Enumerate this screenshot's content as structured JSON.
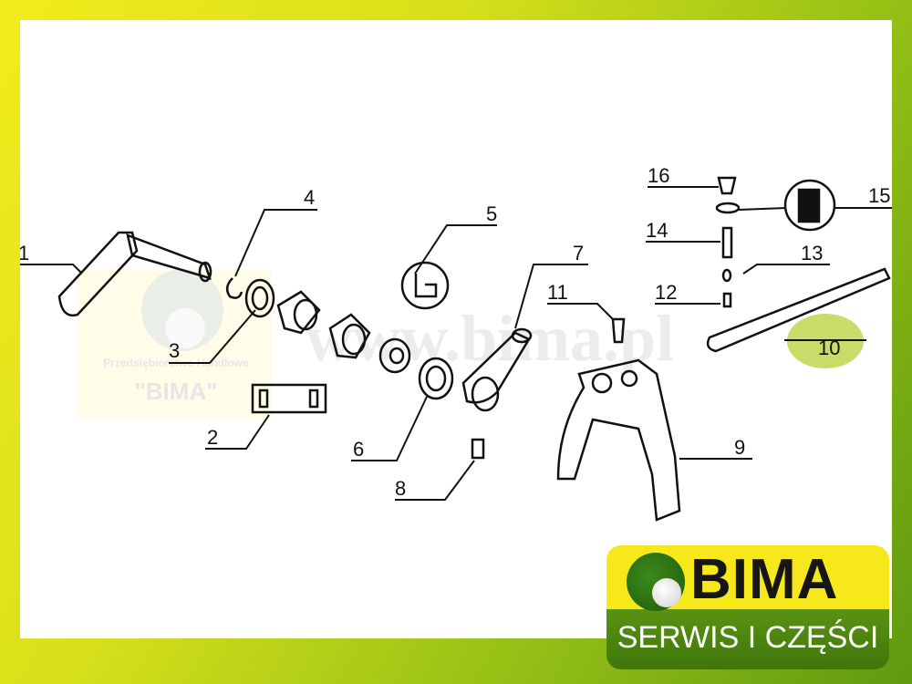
{
  "diagram": {
    "part_labels": [
      "1",
      "2",
      "3",
      "4",
      "5",
      "6",
      "7",
      "8",
      "9",
      "10",
      "11",
      "12",
      "13",
      "14",
      "15",
      "16"
    ]
  },
  "watermark": {
    "company_line": "Przedsiębiorstwo Handlowe",
    "company_name": "\"BIMA\"",
    "url": "www.bima.pl"
  },
  "logo": {
    "name": "BIMA",
    "tagline": "SERWIS I CZĘŚCI",
    "colors": {
      "yellow": "#f7e81c",
      "green": "#4a840f",
      "highlight": "#c8dc6a"
    }
  }
}
